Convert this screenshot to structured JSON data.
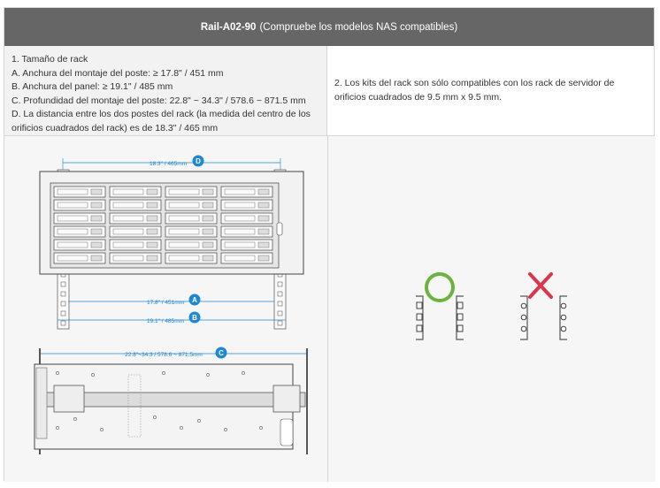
{
  "header": {
    "model": "Rail-A02-90",
    "note": "(Compruebe los modelos NAS compatibles)"
  },
  "spec": {
    "title": "1. Tamaño de rack",
    "a": "A. Anchura del montaje del poste: ≥ 17.8\" / 451 mm",
    "b": "B. Anchura del panel: ≥ 19.1\" / 485 mm",
    "c": "C. Profundidad del montaje del poste: 22.8\" ~ 34.3\" / 578.6 ~ 871.5 mm",
    "d": "D. La distancia entre los dos postes del rack (la medida del centro de los orificios cuadrados del rack) es de 18.3\" / 465 mm"
  },
  "compat_note": "2. Los kits del rack son sólo compatibles con los rack de servidor de orificios cuadrados de 9.5 mm x 9.5 mm.",
  "diagram": {
    "dim_d": "18.3\" / 465mm",
    "dim_a": "17.8\" / 451mm",
    "dim_b": "19.1\" / 485mm",
    "dim_c": "22.8\"~34.3  /  578.6 ~ 871.5mm",
    "badge_a": "A",
    "badge_b": "B",
    "badge_c": "C",
    "badge_d": "D",
    "accent": "#1e88d2",
    "ok_color": "#6db33f",
    "bad_color": "#d9374b"
  }
}
